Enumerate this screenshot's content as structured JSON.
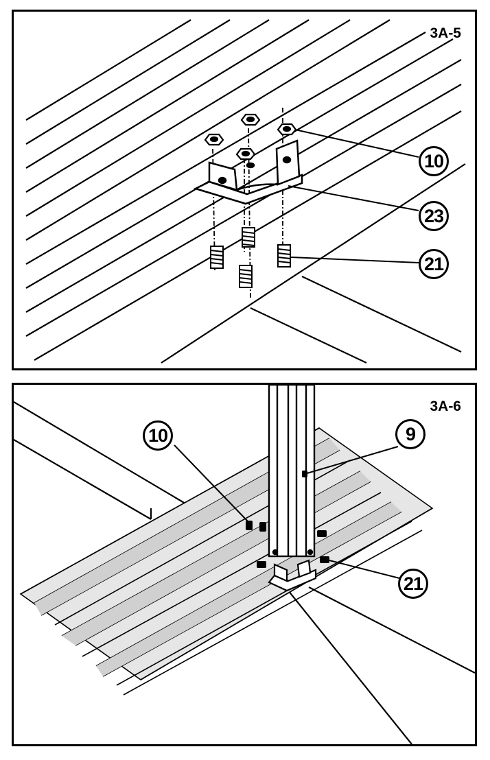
{
  "figures": [
    {
      "label": "3A-5",
      "callouts": [
        "10",
        "23",
        "21"
      ]
    },
    {
      "label": "3A-6",
      "callouts": [
        "10",
        "9",
        "21"
      ]
    }
  ],
  "colors": {
    "line": "#000000",
    "background": "#ffffff",
    "sheet": "#e6e6e6"
  }
}
